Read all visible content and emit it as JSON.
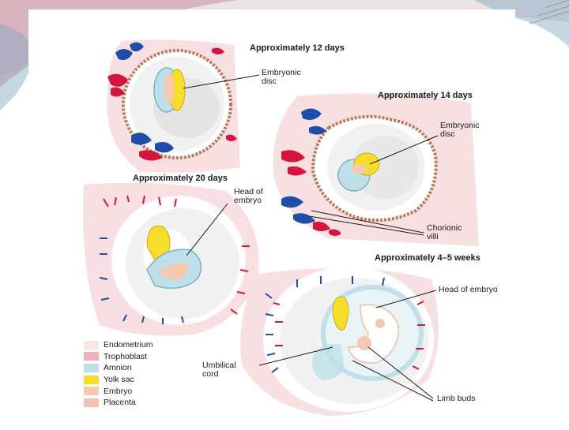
{
  "stages": [
    {
      "title": "Approximately 12  days"
    },
    {
      "title": "Approximately 14 days"
    },
    {
      "title": "Approximately 20 days"
    },
    {
      "title": "Approximately 4–5 weeks"
    }
  ],
  "callouts": {
    "embryonic_disc_12": "Embryonic\ndisc",
    "embryonic_disc_14": "Embryonic\ndisc",
    "head_of_embryo_20": "Head of\nembryo",
    "chorionic_villi": "Chorionic\nvilli",
    "head_of_embryo_45": "Head of embryo",
    "umbilical_cord": "Umbilical\ncord",
    "limb_buds": "Limb buds"
  },
  "legend": [
    {
      "label": "Endometrium",
      "color": "#f7e6df"
    },
    {
      "label": "Trophoblast",
      "color": "#efb2bc"
    },
    {
      "label": "Amnion",
      "color": "#bfe0ea"
    },
    {
      "label": "Yolk sac",
      "color": "#f7dc2a"
    },
    {
      "label": "Embryo",
      "color": "#f5c9b0"
    },
    {
      "label": "Placenta",
      "color": "#f3c0b4"
    }
  ],
  "colors": {
    "endometrium": "#f7dfe2",
    "vessel_blue": "#1f4ea8",
    "vessel_red": "#d4153e",
    "cavity": "#f1f1f1",
    "amnion": "#bfe0ea",
    "yolk": "#f7dc2a",
    "embryo": "#f5c9b0",
    "trophoblast_ring": "#b77a55"
  }
}
